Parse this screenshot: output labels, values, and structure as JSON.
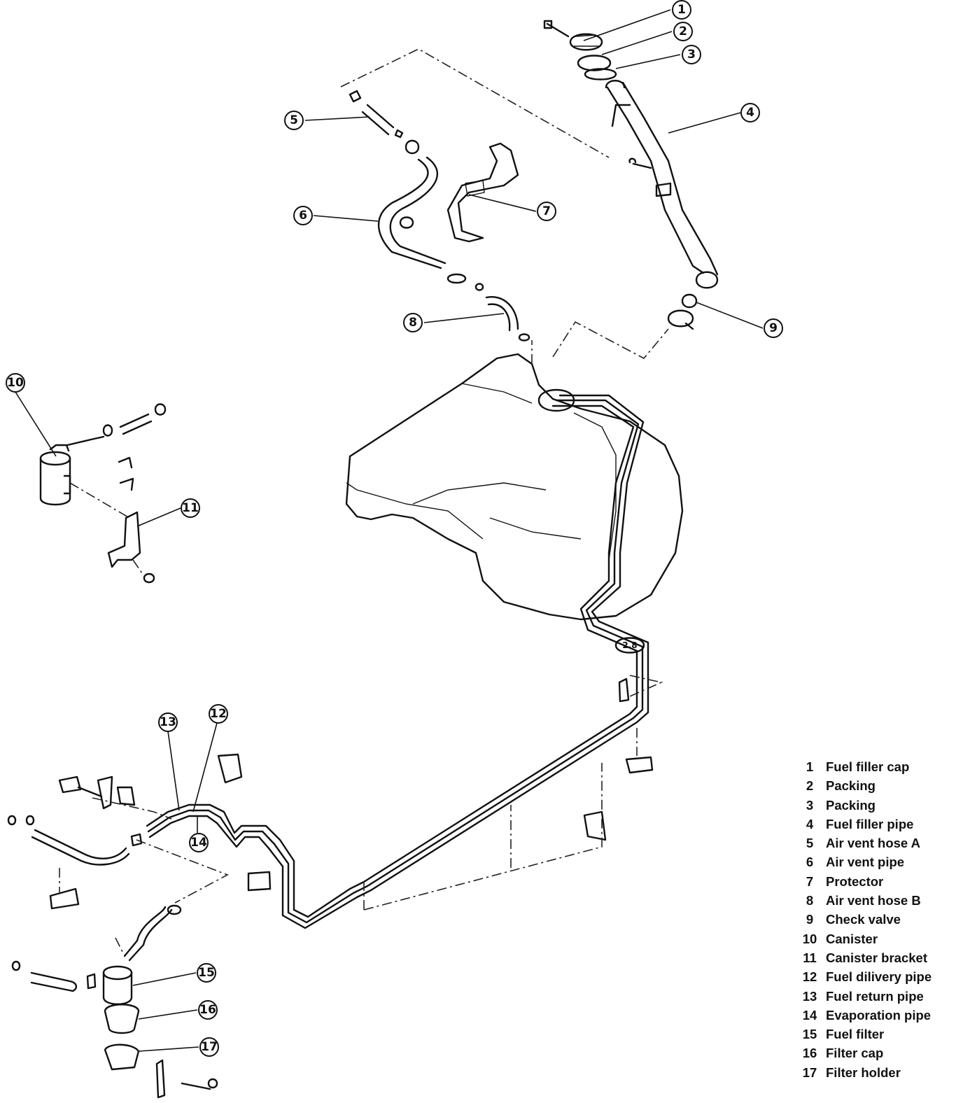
{
  "callouts": [
    {
      "num": "1"
    },
    {
      "num": "2"
    },
    {
      "num": "3"
    },
    {
      "num": "4"
    },
    {
      "num": "5"
    },
    {
      "num": "6"
    },
    {
      "num": "7"
    },
    {
      "num": "8"
    },
    {
      "num": "9"
    },
    {
      "num": "10"
    },
    {
      "num": "11"
    },
    {
      "num": "12"
    },
    {
      "num": "13"
    },
    {
      "num": "14"
    },
    {
      "num": "15"
    },
    {
      "num": "16"
    },
    {
      "num": "17"
    }
  ],
  "sensor_badge": "2.8",
  "legend": [
    {
      "num": "1",
      "name": "Fuel filler cap"
    },
    {
      "num": "2",
      "name": "Packing"
    },
    {
      "num": "3",
      "name": "Packing"
    },
    {
      "num": "4",
      "name": "Fuel filler pipe"
    },
    {
      "num": "5",
      "name": "Air vent hose A"
    },
    {
      "num": "6",
      "name": "Air vent pipe"
    },
    {
      "num": "7",
      "name": "Protector"
    },
    {
      "num": "8",
      "name": "Air vent hose B"
    },
    {
      "num": "9",
      "name": "Check valve"
    },
    {
      "num": "10",
      "name": "Canister"
    },
    {
      "num": "11",
      "name": "Canister bracket"
    },
    {
      "num": "12",
      "name": "Fuel dilivery pipe"
    },
    {
      "num": "13",
      "name": "Fuel return pipe"
    },
    {
      "num": "14",
      "name": "Evaporation pipe"
    },
    {
      "num": "15",
      "name": "Fuel filter"
    },
    {
      "num": "16",
      "name": "Filter cap"
    },
    {
      "num": "17",
      "name": "Filter holder"
    }
  ]
}
